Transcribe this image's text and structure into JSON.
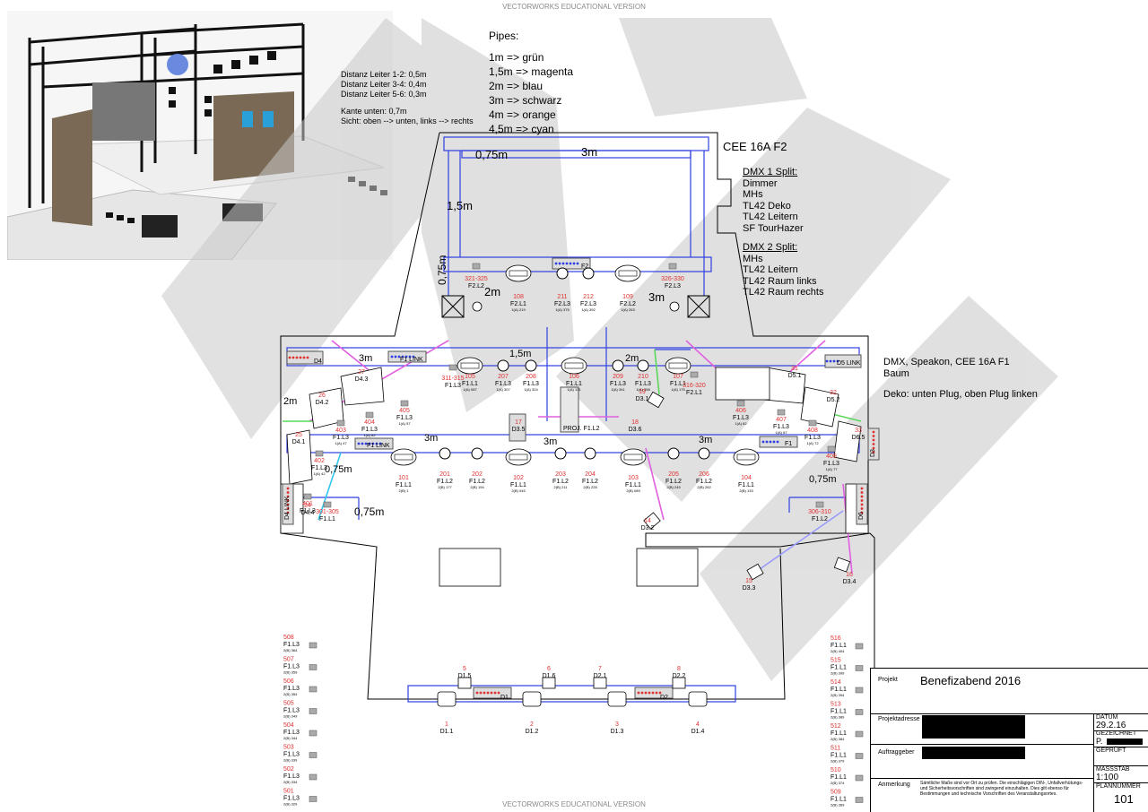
{
  "watermark": "VECTORWORKS EDUCATIONAL VERSION",
  "colors": {
    "blue": "#2f3fe0",
    "magenta": "#e060e0",
    "green": "#5ad65a",
    "cyan": "#33c6f0",
    "red": "#e03030",
    "grey": "#888888",
    "watermark": "#d0d0d0"
  },
  "pipes": {
    "title": "Pipes:",
    "items": [
      "1m => grün",
      "1,5m => magenta",
      "2m => blau",
      "3m => schwarz",
      "4m => orange",
      "4,5m => cyan"
    ]
  },
  "distances": [
    "Distanz Leiter 1-2: 0,5m",
    "Distanz Leiter 3-4: 0,4m",
    "Distanz Leiter 5-6: 0,3m",
    "",
    "Kante unten: 0,7m",
    "Sicht: oben --> unten, links --> rechts"
  ],
  "right_notes": {
    "cee_f2": "CEE 16A F2",
    "dmx1_title": "DMX 1 Split:",
    "dmx1_items": [
      "Dimmer",
      "MHs",
      "TL42 Deko",
      "TL42 Leitern",
      "SF TourHazer"
    ],
    "dmx2_title": "DMX 2 Split:",
    "dmx2_items": [
      "MHs",
      "TL42 Leitern",
      "TL42 Raum links",
      "TL42 Raum rechts"
    ],
    "f1_line1": "DMX, Speakon, CEE 16A F1",
    "f1_line2": "Baum",
    "deko": "Deko: unten Plug, oben Plug linken"
  },
  "dims": {
    "d075_top": "0,75m",
    "d3m_top": "3m",
    "d15m": "1,5m",
    "d075_side": "0,75m",
    "d2m_a": "2m",
    "d3m_b": "3m",
    "d3m_c": "3m",
    "d15m_b": "1,5m",
    "d2m_b": "2m",
    "d2m_left": "2m",
    "d3m_mid1": "3m",
    "d3m_mid2": "3m",
    "d3m_mid3": "3m",
    "d075_l1": "0,75m",
    "d075_l2": "0,75m",
    "d075_r": "0,75m"
  },
  "links": {
    "f2": "F2",
    "f1_link_a": "F1 LINK",
    "f1_link_b": "F1 LINK",
    "f1": "F1",
    "d4": "D4",
    "d5_link": "D5 LINK",
    "d4_link": "D4 LINK",
    "d3": "D3",
    "d6": "D6",
    "d1": "D1",
    "d2": "D2",
    "proj": "PROJ. F1.L2"
  },
  "fixtures_top": [
    {
      "num": "321-325",
      "circ": "F2.L2"
    },
    {
      "num": "108",
      "circ": "F2.L1",
      "sub": "1(A) 219"
    },
    {
      "num": "211",
      "circ": "F2.L3",
      "sub": "1(A) 375"
    },
    {
      "num": "212",
      "circ": "F2.L3",
      "sub": "1(A) 392"
    },
    {
      "num": "109",
      "circ": "F2.L2",
      "sub": "1(A) 263"
    },
    {
      "num": "326-330",
      "circ": "F2.L3"
    }
  ],
  "fixtures_upper": [
    {
      "num": "311-315",
      "circ": "F1.L3"
    },
    {
      "num": "105",
      "circ": "F1.L1",
      "sub": "1(A) 087"
    },
    {
      "num": "207",
      "circ": "F1.L3",
      "sub": "1(A) 307"
    },
    {
      "num": "208",
      "circ": "F1.L3",
      "sub": "1(A) 324"
    },
    {
      "num": "106",
      "circ": "F1.L1",
      "sub": "1(A) 131"
    },
    {
      "num": "209",
      "circ": "F1.L3",
      "sub": "1(A) 341"
    },
    {
      "num": "210",
      "circ": "F1.L3",
      "sub": "1(A) 358"
    },
    {
      "num": "107",
      "circ": "F1.L1",
      "sub": "1(A) 175"
    },
    {
      "num": "316-320",
      "circ": "F2.L1"
    }
  ],
  "fixtures_mid": [
    {
      "num": "101",
      "circ": "F1.L1",
      "sub": "2(B) 1"
    },
    {
      "num": "201",
      "circ": "F1.L2",
      "sub": "2(B) 177"
    },
    {
      "num": "202",
      "circ": "F1.L2",
      "sub": "2(B) 194"
    },
    {
      "num": "102",
      "circ": "F1.L1",
      "sub": "2(B) 045"
    },
    {
      "num": "203",
      "circ": "F1.L2",
      "sub": "2(B) 211"
    },
    {
      "num": "204",
      "circ": "F1.L2",
      "sub": "2(B) 228"
    },
    {
      "num": "103",
      "circ": "F1.L1",
      "sub": "2(B) 089"
    },
    {
      "num": "205",
      "circ": "F1.L2",
      "sub": "2(B) 245"
    },
    {
      "num": "206",
      "circ": "F1.L2",
      "sub": "2(B) 262"
    },
    {
      "num": "104",
      "circ": "F1.L1",
      "sub": "2(B) 133"
    }
  ],
  "deko": [
    {
      "num": "27",
      "id": "D4.3"
    },
    {
      "num": "26",
      "id": "D4.2"
    },
    {
      "num": "25",
      "id": "D4.1"
    },
    {
      "num": "24",
      "id": "D4.4"
    },
    {
      "num": "17",
      "id": "D3.5"
    },
    {
      "num": "18",
      "id": "D3.6"
    },
    {
      "num": "31",
      "id": "D5.1"
    },
    {
      "num": "32",
      "id": "D5.2"
    },
    {
      "num": "33",
      "id": "D6.5"
    },
    {
      "num": "19",
      "id": "D3.1"
    },
    {
      "num": "14",
      "id": "D3.2"
    },
    {
      "num": "15",
      "id": "D3.3"
    },
    {
      "num": "16",
      "id": "D3.4"
    }
  ],
  "leitern": [
    {
      "num": "405",
      "circ": "F1.L3",
      "sub": "1(A) 57"
    },
    {
      "num": "404",
      "circ": "F1.L3",
      "sub": "1(A) 82"
    },
    {
      "num": "403",
      "circ": "F1.L3",
      "sub": "1(A) 47"
    },
    {
      "num": "402",
      "circ": "F1.L3",
      "sub": "1(A) 42"
    },
    {
      "num": "401",
      "circ": "F1.L3"
    },
    {
      "num": "301-305",
      "circ": "F1.L1"
    },
    {
      "num": "406",
      "circ": "F1.L3",
      "sub": "1(A) 62"
    },
    {
      "num": "407",
      "circ": "F1.L3",
      "sub": "1(A) 67"
    },
    {
      "num": "408",
      "circ": "F1.L3",
      "sub": "1(A) 72"
    },
    {
      "num": "409",
      "circ": "F1.L3",
      "sub": "1(A) 77"
    },
    {
      "num": "306-310",
      "circ": "F1.L2"
    }
  ],
  "bottom_left": [
    {
      "num": "508",
      "circ": "F1.L3",
      "sub": "2(B) 364"
    },
    {
      "num": "507",
      "circ": "F1.L3",
      "sub": "2(B) 359"
    },
    {
      "num": "506",
      "circ": "F1.L3",
      "sub": "2(B) 354"
    },
    {
      "num": "505",
      "circ": "F1.L3",
      "sub": "2(B) 349"
    },
    {
      "num": "504",
      "circ": "F1.L3",
      "sub": "2(B) 344"
    },
    {
      "num": "503",
      "circ": "F1.L3",
      "sub": "2(B) 339"
    },
    {
      "num": "502",
      "circ": "F1.L3",
      "sub": "2(B) 334"
    },
    {
      "num": "501",
      "circ": "F1.L3",
      "sub": "2(B) 329"
    }
  ],
  "bottom_right": [
    {
      "num": "516",
      "circ": "F1.L1",
      "sub": "2(B) 404"
    },
    {
      "num": "515",
      "circ": "F1.L1",
      "sub": "2(B) 399"
    },
    {
      "num": "514",
      "circ": "F1.L1",
      "sub": "2(B) 394"
    },
    {
      "num": "513",
      "circ": "F1.L1",
      "sub": "2(B) 389"
    },
    {
      "num": "512",
      "circ": "F1.L1",
      "sub": "2(B) 384"
    },
    {
      "num": "511",
      "circ": "F1.L1",
      "sub": "2(B) 379"
    },
    {
      "num": "510",
      "circ": "F1.L1",
      "sub": "2(B) 374"
    },
    {
      "num": "509",
      "circ": "F1.L1",
      "sub": "2(B) 369"
    }
  ],
  "floor": [
    {
      "num": "5",
      "id": "D1.5"
    },
    {
      "num": "6",
      "id": "D1.6"
    },
    {
      "num": "7",
      "id": "D2.1"
    },
    {
      "num": "8",
      "id": "D2.2"
    },
    {
      "num": "1",
      "id": "D1.1"
    },
    {
      "num": "2",
      "id": "D1.2"
    },
    {
      "num": "3",
      "id": "D1.3"
    },
    {
      "num": "4",
      "id": "D1.4"
    }
  ],
  "title_block": {
    "projekt_label": "Projekt",
    "projekt": "Benefizabend 2016",
    "adresse_label": "Projektadresse",
    "auftraggeber_label": "Auftraggeber",
    "anmerkung_label": "Anmerkung",
    "anmerkung": "Sämtliche Maße sind vor Ort zu prüfen. Die einschlägigen DIN-, Unfallverhütungs- und Sicherheitsvorschriften sind zwingend einzuhalten. Dies gilt ebenso für Bestimmungen und technische Vorschriften des Veranstaltungsortes.",
    "datum_label": "DATUM",
    "datum": "29.2.16",
    "gezeichnet_label": "GEZEICHNET",
    "gezeichnet": "P.",
    "geprueft_label": "GEPRÜFT",
    "massstab_label": "MASSSTAB",
    "massstab": "1:100",
    "plannummer_label": "PLANNUMMER",
    "plannummer": "101"
  }
}
